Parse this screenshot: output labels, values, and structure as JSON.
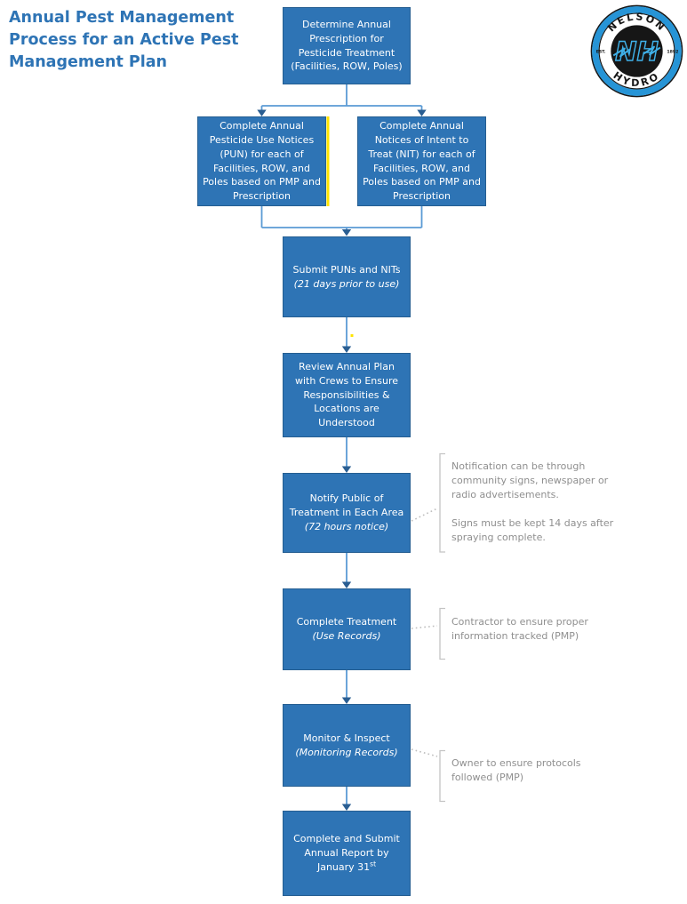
{
  "title": "Annual Pest Management\nProcess for an Active Pest\nManagement Plan",
  "logo": {
    "name": "Nelson Hydro logo",
    "arc_top": "NELSON",
    "arc_bottom": "HYDRO",
    "left_text": "EST.",
    "right_text": "1892",
    "monogram": "NH"
  },
  "colors": {
    "title_blue": "#2E74B5",
    "node_fill": "#2E74B5",
    "node_border": "#255E91",
    "connector_line": "#5B9BD5",
    "arrowhead": "#2A5E92",
    "note_text": "#8F8F8F",
    "note_bracket": "#C4C4C4",
    "highlight_yellow": "#FFE400",
    "logo_blue": "#2694D6",
    "logo_black": "#161616"
  },
  "nodes": [
    {
      "id": "determine",
      "text": "Determine Annual Prescription for Pesticide Treatment (Facilities, ROW, Poles)"
    },
    {
      "id": "pun",
      "text": "Complete Annual Pesticide Use Notices (PUN) for each of Facilities, ROW, and Poles based on PMP and Prescription"
    },
    {
      "id": "nit",
      "text": "Complete Annual Notices of Intent to Treat (NIT) for each of Facilities, ROW, and Poles based on PMP and Prescription"
    },
    {
      "id": "submit",
      "text": "Submit PUNs and NITs",
      "italic": "(21 days prior to use)"
    },
    {
      "id": "review",
      "text": "Review Annual Plan with Crews to Ensure Responsibilities & Locations are Understood"
    },
    {
      "id": "notify",
      "text": "Notify Public of Treatment in Each Area",
      "italic": "(72 hours notice)"
    },
    {
      "id": "treatment",
      "text": "Complete Treatment",
      "italic": "(Use Records)"
    },
    {
      "id": "monitor",
      "text": "Monitor & Inspect",
      "italic": "(Monitoring Records)"
    },
    {
      "id": "report",
      "text": "Complete and Submit Annual Report by January 31",
      "suffix": "st"
    }
  ],
  "notes": [
    {
      "text": "Notification can be through community signs, newspaper or radio advertisements.\n\nSigns must be kept 14 days after spraying complete."
    },
    {
      "text": "Contractor to ensure proper information tracked (PMP)"
    },
    {
      "text": "Owner to ensure protocols followed (PMP)"
    }
  ]
}
